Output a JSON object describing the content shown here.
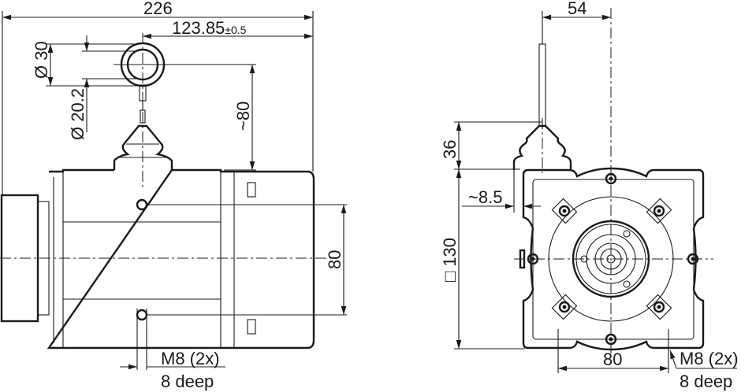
{
  "side_view": {
    "overall_length": "226",
    "eyelet_offset": "123.85",
    "eyelet_offset_tolerance": "±0.5",
    "eyelet_outer_diameter": "Ø 30",
    "eyelet_inner_diameter": "Ø 20.2",
    "eyelet_height": "~80",
    "hole_spacing": "80",
    "thread_label": "M8 (2x)",
    "thread_depth": "8 deep"
  },
  "front_view": {
    "cable_offset": "54",
    "boss_height": "36",
    "boss_offset": "~8.5",
    "square_symbol": "□",
    "housing_size": "130",
    "hole_spacing": "80",
    "thread_label": "M8 (2x)",
    "thread_depth": "8 deep"
  }
}
